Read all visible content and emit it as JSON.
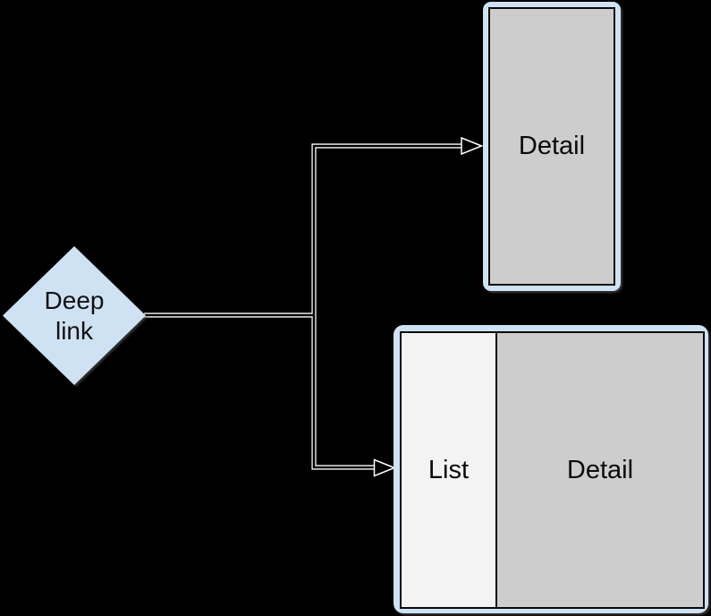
{
  "canvas": {
    "background": "#000000"
  },
  "diagram": {
    "deep_link_node": {
      "label": "Deep link",
      "fill": "#cfe2f3",
      "text_color": "#111111"
    },
    "phone_node": {
      "label": "Detail",
      "frame_fill": "#cfe2f3",
      "screen_fill": "#cdcdcd",
      "screen_border": "#0a0a0a"
    },
    "tablet_node": {
      "list_label": "List",
      "detail_label": "Detail",
      "frame_fill": "#cfe2f3",
      "list_fill": "#f3f3f3",
      "detail_fill": "#cdcdcd",
      "screen_border": "#0a0a0a"
    },
    "connector": {
      "outline_color": "#ffffff",
      "core_color": "#000000",
      "from": "Deep link",
      "to_top": "Detail (phone)",
      "to_bottom": "List + Detail (tablet)"
    }
  }
}
